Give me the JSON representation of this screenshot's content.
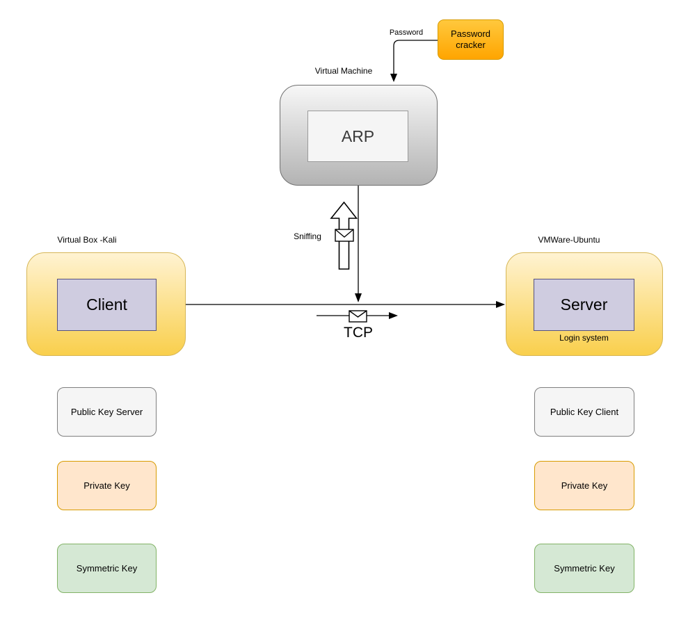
{
  "nodes": {
    "password_cracker": {
      "label": "Password cracker"
    },
    "virtual_machine": {
      "caption": "Virtual Machine",
      "inner": "ARP"
    },
    "client": {
      "caption": "Virtual Box -Kali",
      "inner": "Client"
    },
    "server": {
      "caption": "VMWare-Ubuntu",
      "inner": "Server",
      "footer": "Login system"
    }
  },
  "edges": {
    "password": {
      "label": "Password"
    },
    "sniffing": {
      "label": "Sniffing"
    },
    "tcp": {
      "label": "TCP"
    }
  },
  "keys": {
    "left": [
      {
        "label": "Public Key Server",
        "variant": "gray"
      },
      {
        "label": "Private Key",
        "variant": "orange"
      },
      {
        "label": "Symmetric Key",
        "variant": "green"
      }
    ],
    "right": [
      {
        "label": "Public Key Client",
        "variant": "gray"
      },
      {
        "label": "Private Key",
        "variant": "orange"
      },
      {
        "label": "Symmetric Key",
        "variant": "green"
      }
    ]
  },
  "colors": {
    "orange_node_top": "#ffc83d",
    "orange_node_bottom": "#ffa500",
    "orange_node_border": "#d79b00",
    "yellow_node_top": "#fff3d2",
    "yellow_node_bottom": "#f9cf4c",
    "yellow_node_border": "#d6b656",
    "gray_node_top": "#f7f7f7",
    "gray_node_bottom": "#b3b3b3",
    "gray_node_border": "#707070",
    "inner_panel_fill": "#f5f5f5",
    "inner_panel_border": "#9a9a9a",
    "purple_fill": "#cfcce0",
    "purple_border": "#55517e",
    "key_gray_fill": "#f5f5f5",
    "key_gray_border": "#7f7f7f",
    "key_orange_fill": "#ffe6cc",
    "key_orange_border": "#d79b00",
    "key_green_fill": "#d5e8d4",
    "key_green_border": "#82b366",
    "line": "#000000"
  }
}
